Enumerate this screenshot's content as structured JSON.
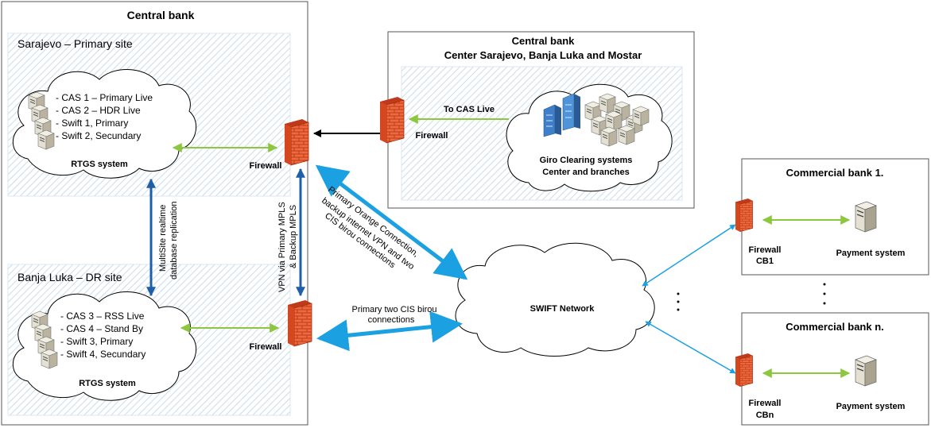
{
  "central_bank": {
    "title": "Central bank",
    "primary_site": {
      "title": "Sarajevo – Primary site",
      "items": [
        "- CAS 1 – Primary Live",
        "- CAS 2 – HDR Live",
        "- Swift 1, Primary",
        "- Swift 2, Secundary"
      ],
      "system_label": "RTGS system",
      "firewall_label": "Firewall"
    },
    "dr_site": {
      "title": "Banja Luka – DR site",
      "items": [
        "- CAS 3 – RSS Live",
        "- CAS 4 – Stand By",
        "- Swift 3, Primary",
        "- Swift 4, Secundary"
      ],
      "system_label": "RTGS system",
      "firewall_label": "Firewall"
    },
    "replication_label": [
      "MultiSite realtime",
      "database replication"
    ],
    "vpn_label": [
      "VPN via Primary MPLS",
      "& Backup MPLS"
    ]
  },
  "center": {
    "title_line1": "Central bank",
    "title_line2": "Center Sarajevo, Banja Luka and Mostar",
    "to_cas_label": "To CAS Live",
    "firewall_label": "Firewall",
    "giro_line1": "Giro Clearing systems",
    "giro_line2": "Center and branches"
  },
  "swift": {
    "label": "SWIFT Network",
    "primary_orange_label": [
      "Primary Orange Connection,",
      "backup internet VPN and two",
      "CIS birou connections"
    ],
    "primary_cis_label": [
      "Primary two CIS birou",
      "connections"
    ]
  },
  "commercial_banks": [
    {
      "title": "Commercial bank 1.",
      "firewall_line1": "Firewall",
      "firewall_line2": "CB1",
      "payment_label": "Payment system"
    },
    {
      "title": "Commercial bank n.",
      "firewall_line1": "Firewall",
      "firewall_line2": "CBn",
      "payment_label": "Payment system"
    }
  ],
  "colors": {
    "green_link": "#8dc63f",
    "blue_link": "#1ba1e2",
    "dark_blue_link": "#1f5fa8",
    "hatch": "#c8dcea",
    "firewall": "#e8502a"
  }
}
